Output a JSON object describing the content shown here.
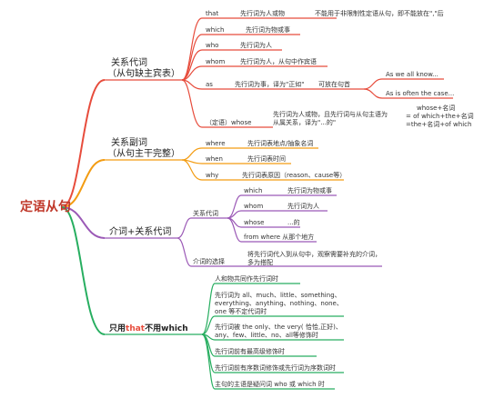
{
  "root": "定语从句",
  "relative_pronouns": {
    "title": "关系代词",
    "subtitle": "（从句缺主宾表）",
    "items": [
      {
        "word": "that",
        "desc": "先行词为人或物",
        "note": "不能用于非限制性定语从句，即不能放在\",\"后"
      },
      {
        "word": "which",
        "desc": "先行词为物或事"
      },
      {
        "word": "who",
        "desc": "先行词为人"
      },
      {
        "word": "whom",
        "desc": "先行词为人，从句中作宾语"
      },
      {
        "word": "as",
        "desc": "先行词为事，译为\"正如\"",
        "note": "可放在句首",
        "examples": [
          "As we all know...",
          "As is often the case..."
        ]
      },
      {
        "word": "（定语）whose",
        "desc": "先行词为人或物，且先行词与从句主语为从属关系，译为\"...的\"",
        "formula": [
          "whose+名词",
          "= of which+the+名词",
          "=the+名词+of which"
        ]
      }
    ]
  },
  "relative_adverbs": {
    "title": "关系副词",
    "subtitle": "（从句主干完整）",
    "items": [
      {
        "word": "where",
        "desc": "先行词表地点/抽象名词"
      },
      {
        "word": "when",
        "desc": "先行词表时间"
      },
      {
        "word": "why",
        "desc": "先行词表原因（reason、cause等）"
      }
    ]
  },
  "prep_pronoun": {
    "title": "介词+关系代词",
    "group_title": "关系代词",
    "items": [
      {
        "word": "which",
        "desc": "先行词为物或事"
      },
      {
        "word": "whom",
        "desc": "先行词为人"
      },
      {
        "word": "whose",
        "desc": "...的"
      },
      {
        "word": "from where 从那个地方",
        "desc": ""
      }
    ],
    "choice_title": "介词的选择",
    "choice_desc": "将先行词代入到从句中，观察需要补充的介词，多为搭配"
  },
  "that_only": {
    "title_a": "只用",
    "title_b": "that",
    "title_c": "不用",
    "title_d": "which",
    "items": [
      "人和物共同作先行词时",
      "先行词为 all、much、little、something、everything、anything、nothing、none、one 等不定代词时",
      "先行词被 the only、the very( 恰恰,正好)、any、few、little、no、all等修饰时",
      "先行词前有最高级修饰时",
      "先行词前有序数词修饰或先行词为序数词时",
      "主句的主语是疑问词 who 或 which 时"
    ]
  },
  "colors": {
    "root": "#c0392b",
    "red": "#e74c3c",
    "orange": "#f39c12",
    "purple": "#9b59b6",
    "green": "#27ae60"
  }
}
